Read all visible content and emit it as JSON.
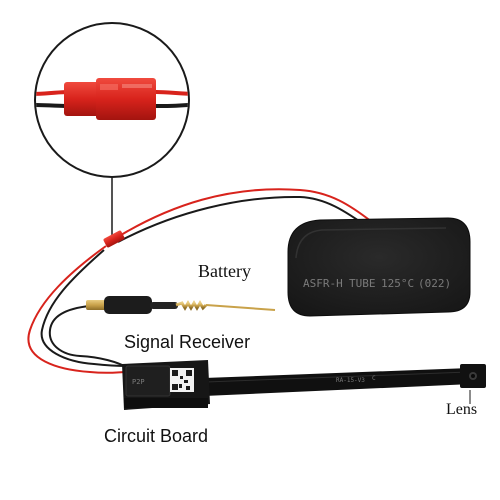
{
  "labels": {
    "battery": "Battery",
    "signal_receiver": "Signal Receiver",
    "circuit_board": "Circuit Board",
    "lens": "Lens"
  },
  "battery_print": {
    "left": "ASFR-H",
    "middle": "TUBE",
    "temp": "125°C",
    "code": "(022)"
  },
  "board_print": {
    "small": "RA-15-V3",
    "mark": "C",
    "module": "P2P"
  },
  "colors": {
    "wire_red": "#d8231c",
    "wire_black": "#1a1a1a",
    "connector_red": "#e02a22",
    "antenna_gold": "#c9a24a",
    "board_black": "#161616",
    "battery_body": "#1c1c1c"
  }
}
